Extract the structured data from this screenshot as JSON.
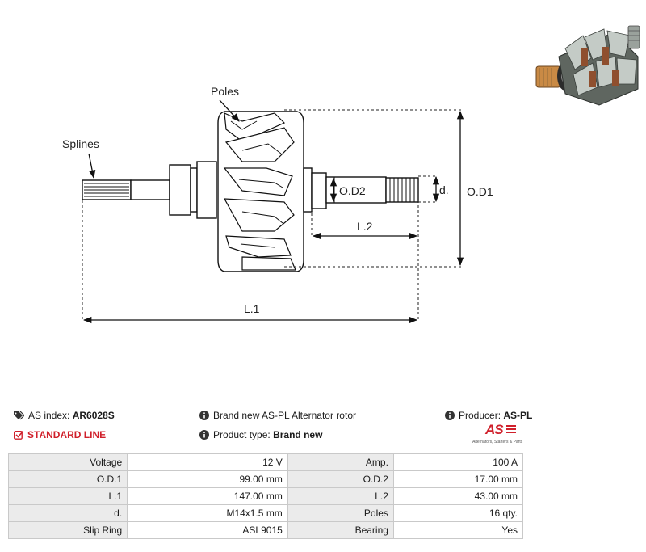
{
  "diagram": {
    "labels": {
      "poles": "Poles",
      "splines": "Splines",
      "od1": "O.D1",
      "od2": "O.D2",
      "d": "d.",
      "l1": "L.1",
      "l2": "L.2"
    },
    "photo_icon": "alternator-rotor-photo"
  },
  "header": {
    "as_index_label": "AS index:",
    "as_index_value": "AR6028S",
    "line_label": "STANDARD LINE",
    "description": "Brand new AS-PL Alternator rotor",
    "product_type_label": "Product type:",
    "product_type_value": "Brand new",
    "producer_label": "Producer:",
    "producer_value": "AS-PL"
  },
  "logo": {
    "text": "AS",
    "tagline": "Alternators, Starters & Parts",
    "color": "#d0202b"
  },
  "specs": [
    {
      "k1": "Voltage",
      "v1": "12 V",
      "k2": "Amp.",
      "v2": "100 A"
    },
    {
      "k1": "O.D.1",
      "v1": "99.00 mm",
      "k2": "O.D.2",
      "v2": "17.00 mm"
    },
    {
      "k1": "L.1",
      "v1": "147.00 mm",
      "k2": "L.2",
      "v2": "43.00 mm"
    },
    {
      "k1": "d.",
      "v1": "M14x1.5 mm",
      "k2": "Poles",
      "v2": "16 qty."
    },
    {
      "k1": "Slip Ring",
      "v1": "ASL9015",
      "k2": "Bearing",
      "v2": "Yes"
    }
  ]
}
